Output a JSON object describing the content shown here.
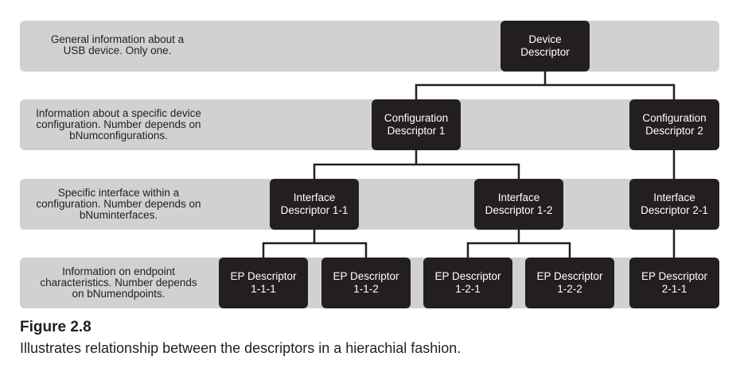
{
  "levels": [
    {
      "description": "General information about a\nUSB device. Only one."
    },
    {
      "description": "Information about a specific device\nconfiguration. Number depends on\nbNumconfigurations."
    },
    {
      "description": "Specific interface within a\nconfiguration. Number depends on\nbNuminterfaces."
    },
    {
      "description": "Information on endpoint\ncharacteristics. Number depends\non bNumendpoints."
    }
  ],
  "nodes": {
    "device": "Device\nDescriptor",
    "config1": "Configuration\nDescriptor 1",
    "config2": "Configuration\nDescriptor 2",
    "iface11": "Interface\nDescriptor 1-1",
    "iface12": "Interface\nDescriptor 1-2",
    "iface21": "Interface\nDescriptor 2-1",
    "ep111": "EP Descriptor\n1-1-1",
    "ep112": "EP Descriptor\n1-1-2",
    "ep121": "EP Descriptor\n1-2-1",
    "ep122": "EP Descriptor\n1-2-2",
    "ep211": "EP Descriptor\n2-1-1"
  },
  "figure": {
    "number": "Figure 2.8",
    "caption": "Illustrates relationship between the descriptors in a hierachial fashion."
  }
}
